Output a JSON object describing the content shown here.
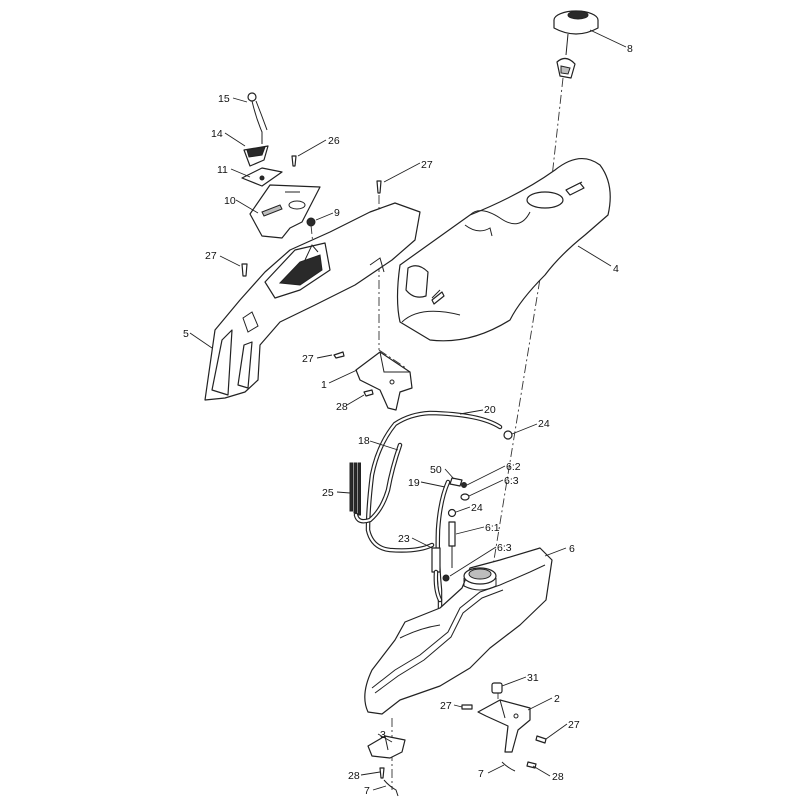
{
  "diagram": {
    "callouts": [
      {
        "id": "c8",
        "text": "8"
      },
      {
        "id": "c15",
        "text": "15"
      },
      {
        "id": "c14",
        "text": "14"
      },
      {
        "id": "c26",
        "text": "26"
      },
      {
        "id": "c11",
        "text": "11"
      },
      {
        "id": "c27a",
        "text": "27"
      },
      {
        "id": "c10",
        "text": "10"
      },
      {
        "id": "c9",
        "text": "9"
      },
      {
        "id": "c27b",
        "text": "27"
      },
      {
        "id": "c4",
        "text": "4"
      },
      {
        "id": "c5",
        "text": "5"
      },
      {
        "id": "c27c",
        "text": "27"
      },
      {
        "id": "c1",
        "text": "1"
      },
      {
        "id": "c28a",
        "text": "28"
      },
      {
        "id": "c20",
        "text": "20"
      },
      {
        "id": "c24a",
        "text": "24"
      },
      {
        "id": "c18",
        "text": "18"
      },
      {
        "id": "c50",
        "text": "50"
      },
      {
        "id": "c62a",
        "text": "6:2"
      },
      {
        "id": "c19",
        "text": "19"
      },
      {
        "id": "c63a",
        "text": "6:3"
      },
      {
        "id": "c24b",
        "text": "24"
      },
      {
        "id": "c25",
        "text": "25"
      },
      {
        "id": "c61",
        "text": "6:1"
      },
      {
        "id": "c23",
        "text": "23"
      },
      {
        "id": "c63b",
        "text": "6:3"
      },
      {
        "id": "c6",
        "text": "6"
      },
      {
        "id": "c31",
        "text": "31"
      },
      {
        "id": "c2",
        "text": "2"
      },
      {
        "id": "c27d",
        "text": "27"
      },
      {
        "id": "c27e",
        "text": "27"
      },
      {
        "id": "c3",
        "text": "3"
      },
      {
        "id": "c28b",
        "text": "28"
      },
      {
        "id": "c7a",
        "text": "7"
      },
      {
        "id": "c7b",
        "text": "7"
      },
      {
        "id": "c28c",
        "text": "28"
      }
    ]
  }
}
